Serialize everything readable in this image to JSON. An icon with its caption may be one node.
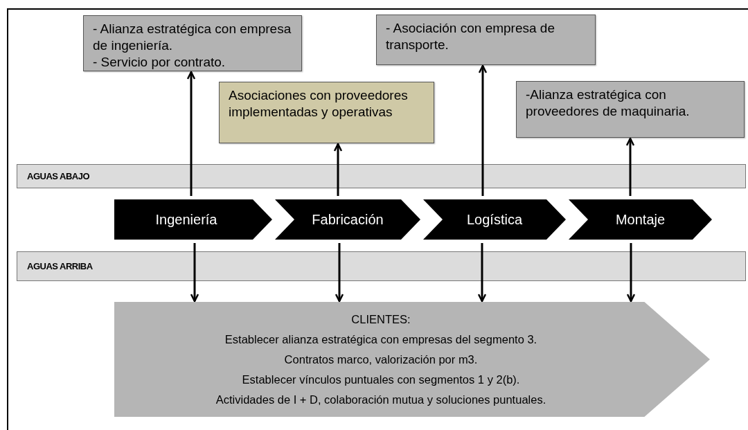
{
  "diagram": {
    "nodes": [
      {
        "text": [
          "- Alianza estratégica con empresa de ingeniería.",
          "- Servicio por contrato."
        ]
      },
      {
        "text": [
          "Asociaciones con proveedores implementadas y operativas"
        ]
      },
      {
        "text": [
          "- Asociación con empresa de transporte."
        ]
      },
      {
        "text": [
          "-Alianza estratégica con proveedores de maquinaria."
        ]
      },
      {
        "text": [
          "Ingeniería"
        ]
      },
      {
        "text": [
          "Fabricación"
        ]
      },
      {
        "text": [
          "Logística"
        ]
      },
      {
        "text": [
          "Montaje"
        ]
      },
      {
        "text": [
          "CLIENTES:",
          "Establecer alianza estratégica con empresas del segmento 3.",
          "Contratos marco, valorización por m3.",
          "Establecer vínculos puntuales con segmentos 1 y 2(b).",
          "Actividades de I + D, colaboración mutua y soluciones puntuales."
        ]
      }
    ],
    "edges": [
      {
        "from": 4,
        "to": 0,
        "arrow": "to"
      },
      {
        "from": 5,
        "to": 1,
        "arrow": "to"
      },
      {
        "from": 6,
        "to": 2,
        "arrow": "to"
      },
      {
        "from": 7,
        "to": 3,
        "arrow": "to"
      },
      {
        "from": 4,
        "to": 8,
        "arrow": "to"
      },
      {
        "from": 5,
        "to": 8,
        "arrow": "to"
      },
      {
        "from": 6,
        "to": 8,
        "arrow": "to"
      },
      {
        "from": 7,
        "to": 8,
        "arrow": "to"
      }
    ],
    "labels": [
      "AGUAS ABAJO",
      "AGUAS ARRIBA"
    ]
  }
}
